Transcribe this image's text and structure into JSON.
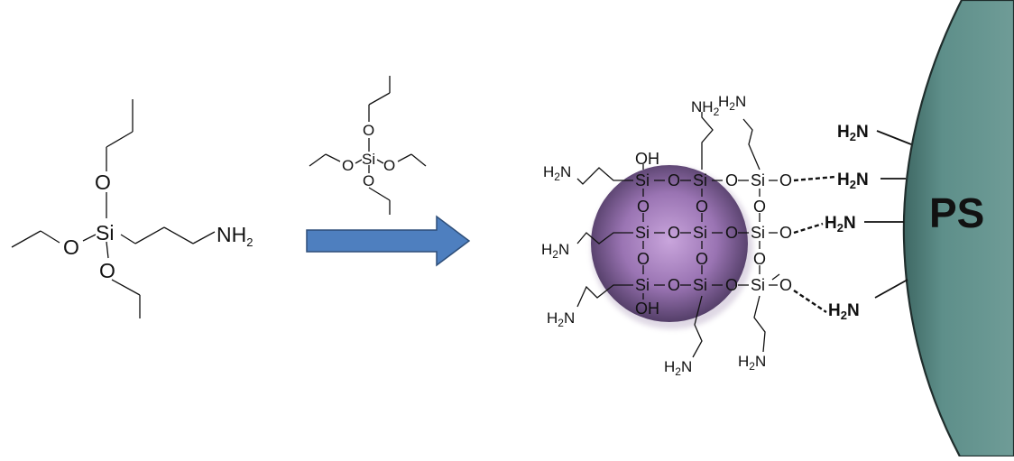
{
  "elements": {
    "silicon": "Si",
    "oxygen": "O",
    "nitrogen": "N",
    "hydrogen": "H",
    "hydroxyl": "OH",
    "amine": "NH",
    "amine_subscript": "2",
    "amine_left": "H",
    "amine_left_subscript": "2",
    "amine_left_n": "N"
  },
  "polymer_label": "PS",
  "colors": {
    "sphere_center": "#c29bd6",
    "sphere_edge": "#4e3a63",
    "polymer_surface": "#5a8a86",
    "polymer_edge": "#1f2d2c",
    "arrow_fill": "#4e7fbf",
    "arrow_stroke": "#2f4f7a"
  }
}
